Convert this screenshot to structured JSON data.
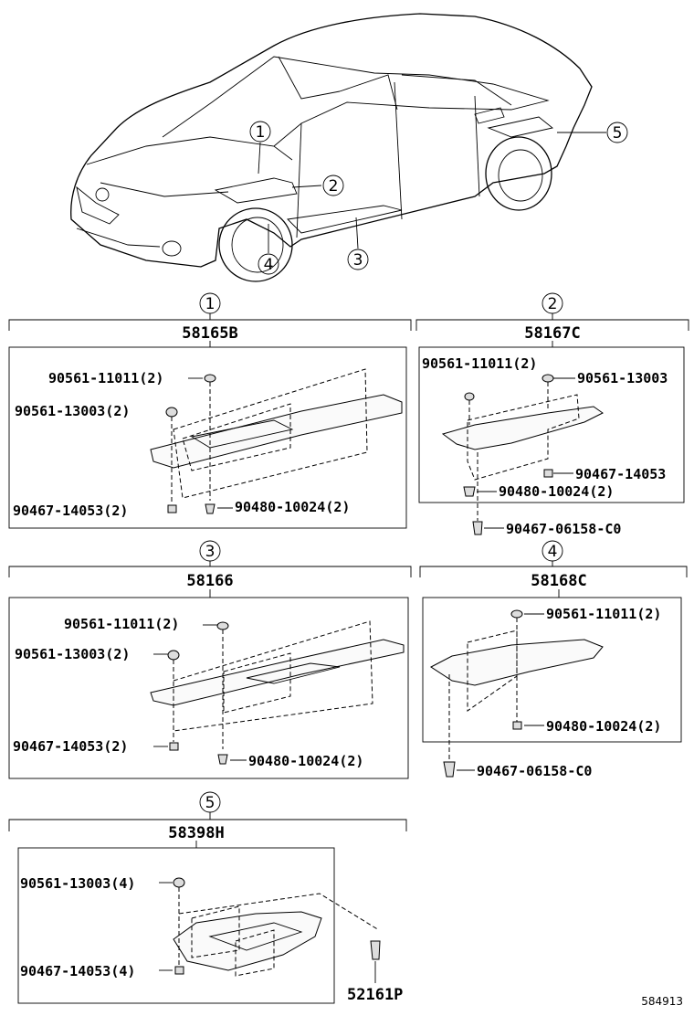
{
  "callouts": {
    "c1": "1",
    "c2": "2",
    "c3": "3",
    "c4": "4",
    "c5": "5"
  },
  "groups": {
    "g1": {
      "no": "1",
      "part": "58165B",
      "labels": [
        "90561-11011(2)",
        "90561-13003(2)",
        "90467-14053(2)",
        "90480-10024(2)"
      ]
    },
    "g2": {
      "no": "2",
      "part": "58167C",
      "labels": [
        "90561-11011(2)",
        "90561-13003",
        "90467-14053",
        "90480-10024(2)",
        "90467-06158-C0"
      ]
    },
    "g3": {
      "no": "3",
      "part": "58166",
      "labels": [
        "90561-11011(2)",
        "90561-13003(2)",
        "90467-14053(2)",
        "90480-10024(2)"
      ]
    },
    "g4": {
      "no": "4",
      "part": "58168C",
      "labels": [
        "90561-11011(2)",
        "90480-10024(2)",
        "90467-06158-C0"
      ]
    },
    "g5": {
      "no": "5",
      "part": "58398H",
      "labels": [
        "90561-13003(4)",
        "90467-14053(4)",
        "52161P"
      ]
    }
  },
  "figure_ref": "584913"
}
